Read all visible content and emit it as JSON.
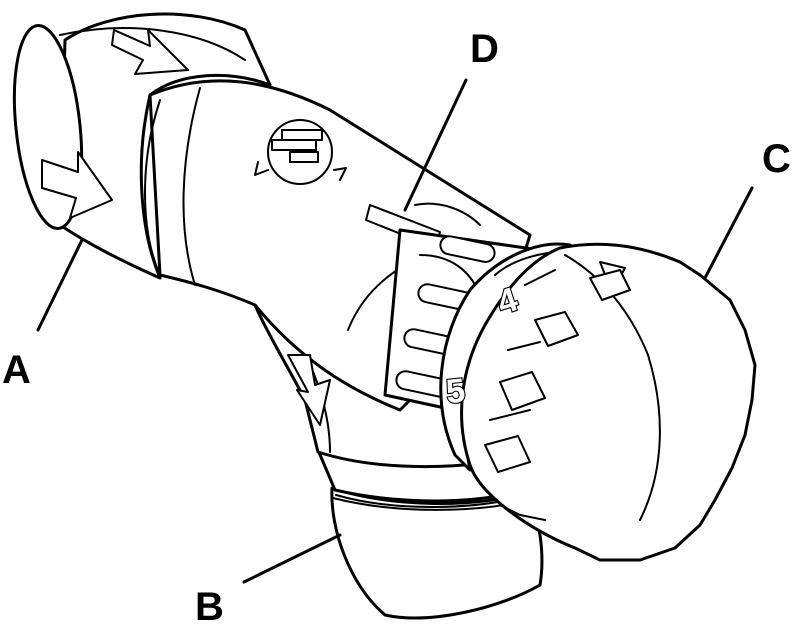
{
  "callouts": {
    "a": "A",
    "b": "B",
    "c": "C",
    "d": "D"
  },
  "dial": {
    "numbers": [
      "4",
      "5"
    ]
  },
  "colors": {
    "line": "#000000",
    "background": "#ffffff"
  },
  "icons": [
    "flow-arrow-icon",
    "rotate-symbol-icon"
  ]
}
